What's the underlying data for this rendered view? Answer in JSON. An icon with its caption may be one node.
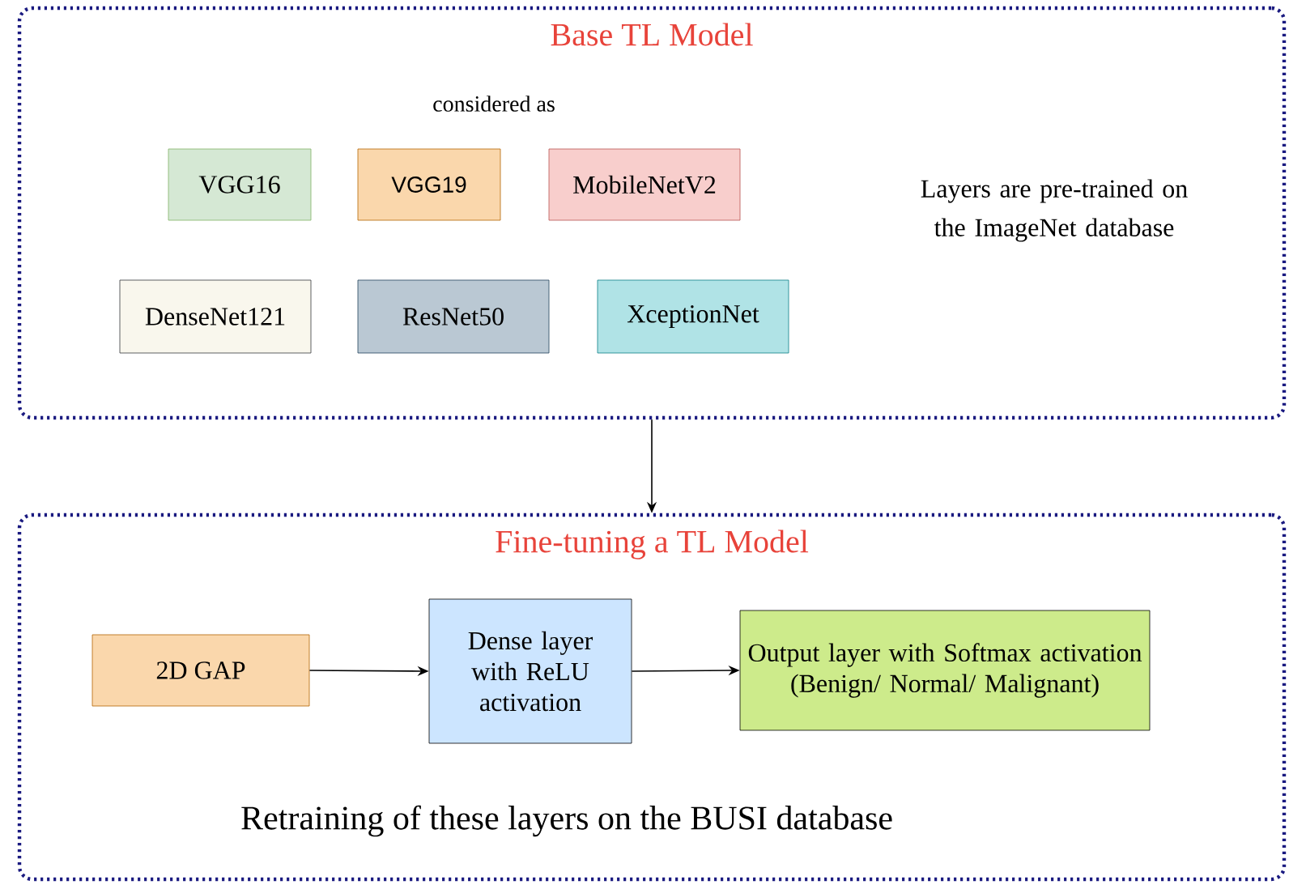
{
  "diagram": {
    "nodes": [
      {
        "text": [
          "Base TL Model"
        ]
      },
      {
        "text": [
          "VGG16"
        ],
        "in": 0
      },
      {
        "text": [
          "VGG19"
        ],
        "in": 0
      },
      {
        "text": [
          "MobileNetV2"
        ],
        "in": 0
      },
      {
        "text": [
          "DenseNet121"
        ],
        "in": 0
      },
      {
        "text": [
          "ResNet50"
        ],
        "in": 0
      },
      {
        "text": [
          "XceptionNet"
        ],
        "in": 0
      },
      {
        "text": [
          "Fine-tuning a TL Model"
        ]
      },
      {
        "text": [
          "2D GAP"
        ],
        "in": 7
      },
      {
        "text": [
          "Dense layer with ReLU activation"
        ],
        "in": 7
      },
      {
        "text": [
          "Output layer with Softmax activation (Benign/ Normal/ Malignant)"
        ],
        "in": 7
      }
    ],
    "edges": [
      {
        "from": 0,
        "to": 7,
        "arrow": "to"
      },
      {
        "from": 8,
        "to": 9,
        "arrow": "to"
      },
      {
        "from": 9,
        "to": 10,
        "arrow": "to"
      }
    ],
    "labels": [
      "considered as",
      "Layers are pre-trained on the ImageNet database",
      "Retraining of these layers on the BUSI database"
    ]
  }
}
